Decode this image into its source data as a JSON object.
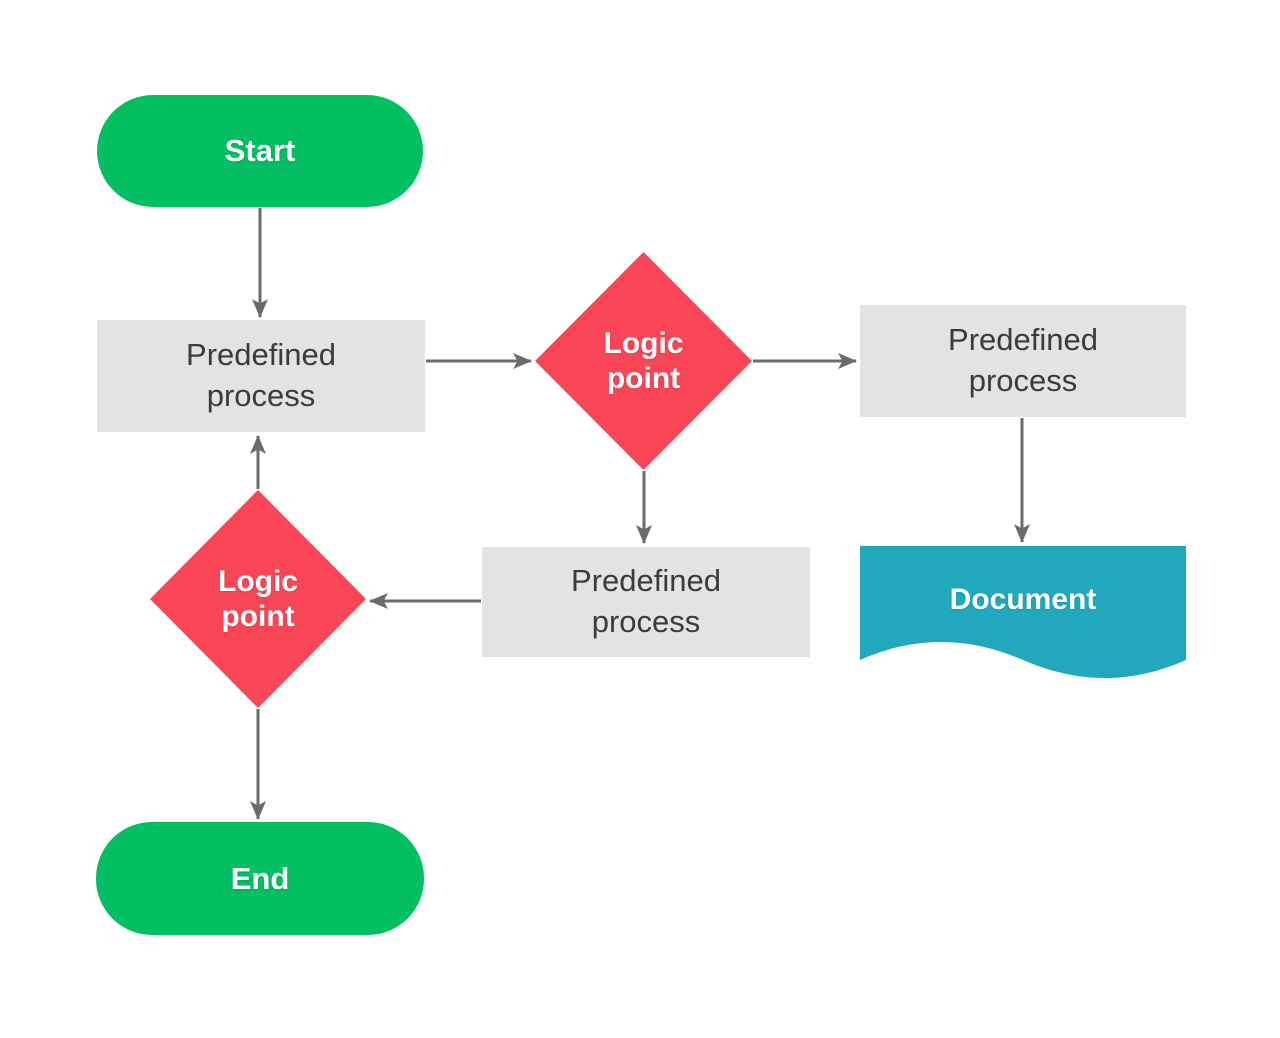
{
  "diagram_type": "flowchart",
  "nodes": {
    "start": {
      "label": "Start",
      "shape": "terminator",
      "fill": "#04BE62",
      "text_color": "#FFFFFF"
    },
    "process_1": {
      "label": "Predefined process",
      "shape": "predefined-process",
      "fill": "#E4E3E1",
      "text_color": "#3B3B3B"
    },
    "logic_1": {
      "label": "Logic point",
      "shape": "decision-diamond",
      "fill": "#F94657",
      "text_color": "#FFFFFF"
    },
    "process_2": {
      "label": "Predefined process",
      "shape": "predefined-process",
      "fill": "#E4E3E1",
      "text_color": "#3B3B3B"
    },
    "document": {
      "label": "Document",
      "shape": "document-wave",
      "fill": "#21A8BC",
      "text_color": "#FFFFFF"
    },
    "process_3": {
      "label": "Predefined process",
      "shape": "predefined-process",
      "fill": "#E4E3E1",
      "text_color": "#3B3B3B"
    },
    "logic_2": {
      "label": "Logic point",
      "shape": "decision-diamond",
      "fill": "#F94657",
      "text_color": "#FFFFFF"
    },
    "end": {
      "label": "End",
      "shape": "terminator",
      "fill": "#04BE62",
      "text_color": "#FFFFFF"
    }
  },
  "edges": [
    {
      "from": "start",
      "to": "process_1",
      "direction": "down"
    },
    {
      "from": "process_1",
      "to": "logic_1",
      "direction": "right"
    },
    {
      "from": "logic_1",
      "to": "process_2",
      "direction": "right"
    },
    {
      "from": "process_2",
      "to": "document",
      "direction": "down"
    },
    {
      "from": "logic_1",
      "to": "process_3",
      "direction": "down"
    },
    {
      "from": "process_3",
      "to": "logic_2",
      "direction": "left"
    },
    {
      "from": "logic_2",
      "to": "process_1",
      "direction": "up"
    },
    {
      "from": "logic_2",
      "to": "end",
      "direction": "down"
    }
  ],
  "colors": {
    "terminator": "#04BE62",
    "decision": "#F94657",
    "process": "#E4E3E1",
    "document": "#21A8BC",
    "arrow": "#6B6B6B",
    "process_text": "#3B3B3B",
    "background": "#FFFFFF"
  }
}
